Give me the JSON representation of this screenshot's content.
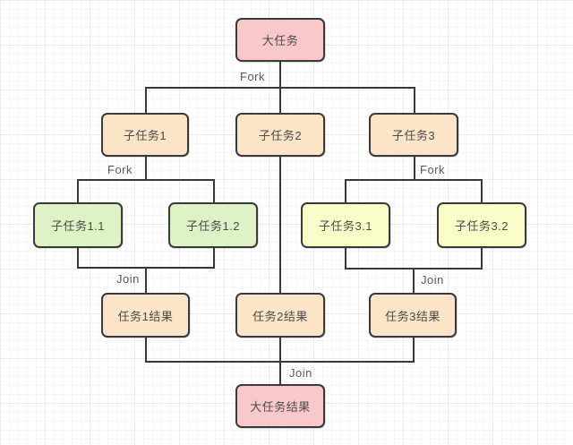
{
  "diagram": {
    "type": "fork-join-flowchart",
    "background": "grid-paper",
    "colors": {
      "big_task": "#f9c8ca",
      "subtask": "#fce4c6",
      "subtask_group1": "#def3c5",
      "subtask_group3": "#fbfcc8",
      "border": "#3a3a3a",
      "connector": "#383838",
      "edge_label_text": "#5a5a5a",
      "node_text": "#4a4a4a"
    },
    "nodes": [
      {
        "id": "big-task",
        "label": "大任务",
        "color": "#f9c8ca"
      },
      {
        "id": "subtask-1",
        "label": "子任务1",
        "color": "#fce4c6"
      },
      {
        "id": "subtask-2",
        "label": "子任务2",
        "color": "#fce4c6"
      },
      {
        "id": "subtask-3",
        "label": "子任务3",
        "color": "#fce4c6"
      },
      {
        "id": "subtask-1-1",
        "label": "子任务1.1",
        "color": "#def3c5"
      },
      {
        "id": "subtask-1-2",
        "label": "子任务1.2",
        "color": "#def3c5"
      },
      {
        "id": "subtask-3-1",
        "label": "子任务3.1",
        "color": "#fbfcc8"
      },
      {
        "id": "subtask-3-2",
        "label": "子任务3.2",
        "color": "#fbfcc8"
      },
      {
        "id": "result-1",
        "label": "任务1结果",
        "color": "#fce4c6"
      },
      {
        "id": "result-2",
        "label": "任务2结果",
        "color": "#fce4c6"
      },
      {
        "id": "result-3",
        "label": "任务3结果",
        "color": "#fce4c6"
      },
      {
        "id": "big-result",
        "label": "大任务结果",
        "color": "#f9c8ca"
      }
    ],
    "edge_labels": [
      {
        "id": "fork-top",
        "text": "Fork"
      },
      {
        "id": "fork-left",
        "text": "Fork"
      },
      {
        "id": "fork-right",
        "text": "Fork"
      },
      {
        "id": "join-left",
        "text": "Join"
      },
      {
        "id": "join-right",
        "text": "Join"
      },
      {
        "id": "join-bottom",
        "text": "Join"
      }
    ],
    "relations": [
      {
        "from": "大任务",
        "to": "子任务1",
        "via": "Fork"
      },
      {
        "from": "大任务",
        "to": "子任务2",
        "via": "Fork"
      },
      {
        "from": "大任务",
        "to": "子任务3",
        "via": "Fork"
      },
      {
        "from": "子任务1",
        "to": "子任务1.1",
        "via": "Fork"
      },
      {
        "from": "子任务1",
        "to": "子任务1.2",
        "via": "Fork"
      },
      {
        "from": "子任务1.1",
        "to": "任务1结果",
        "via": "Join"
      },
      {
        "from": "子任务1.2",
        "to": "任务1结果",
        "via": "Join"
      },
      {
        "from": "子任务2",
        "to": "任务2结果",
        "via": ""
      },
      {
        "from": "子任务3",
        "to": "子任务3.1",
        "via": "Fork"
      },
      {
        "from": "子任务3",
        "to": "子任务3.2",
        "via": "Fork"
      },
      {
        "from": "子任务3.1",
        "to": "任务3结果",
        "via": "Join"
      },
      {
        "from": "子任务3.2",
        "to": "任务3结果",
        "via": "Join"
      },
      {
        "from": "任务1结果",
        "to": "大任务结果",
        "via": "Join"
      },
      {
        "from": "任务2结果",
        "to": "大任务结果",
        "via": "Join"
      },
      {
        "from": "任务3结果",
        "to": "大任务结果",
        "via": "Join"
      }
    ]
  }
}
